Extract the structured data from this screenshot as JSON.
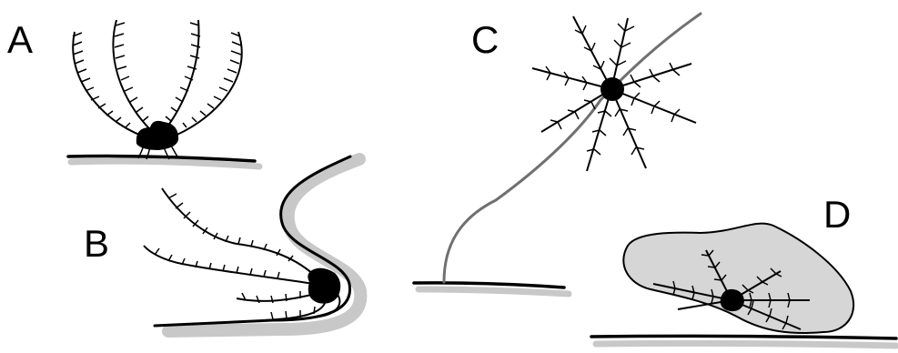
{
  "panels": [
    {
      "label": "A"
    },
    {
      "label": "B"
    },
    {
      "label": "C"
    },
    {
      "label": "D"
    }
  ],
  "colors": {
    "line": "#000000",
    "shadow": "#c8c8c8",
    "stalk": "#707070",
    "blob": "#d6d6d6"
  }
}
